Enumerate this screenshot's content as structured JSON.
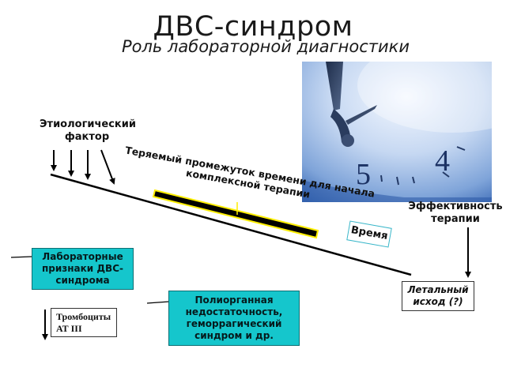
{
  "title": "ДВС-синдром",
  "subtitle": "Роль лабораторной диагностики",
  "etiology_label_line1": "Этиологический",
  "etiology_label_line2": "фактор",
  "lost_time_line1": "Теряемый промежуток времени для начала",
  "lost_time_line2": "комплексной терапии",
  "time_label": "Время",
  "efficiency_line1": "Эффективность",
  "efficiency_line2": "терапии",
  "lab_signs_line1": "Лабораторные",
  "lab_signs_line2": "признаки ДВС-",
  "lab_signs_line3": "синдрома",
  "organ_failure_line1": "Полиорганная",
  "organ_failure_line2": "недостаточность,",
  "organ_failure_line3": "геморрагический",
  "organ_failure_line4": "синдром и др.",
  "lethal_line1": "Летальный",
  "lethal_line2": "исход (?)",
  "platelets_line1": "Тромбоциты",
  "platelets_line2": "АТ III",
  "clock_digits": [
    "5",
    "4"
  ],
  "colors": {
    "box_fill": "#15c6cc",
    "bar_fill": "#000000",
    "bar_edge": "#ffee00"
  }
}
